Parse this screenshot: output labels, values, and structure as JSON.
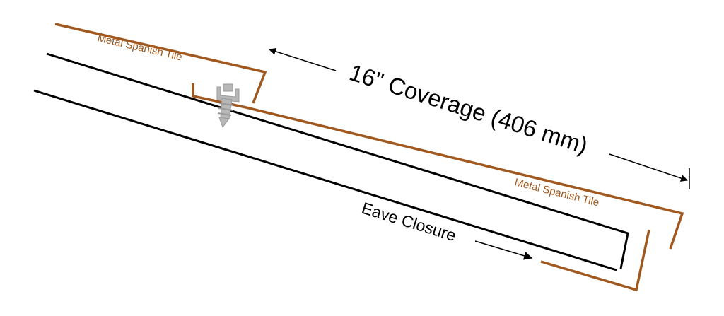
{
  "labels": {
    "tile_upper": "Metal Spanish Tile",
    "tile_lower": "Metal Spanish Tile",
    "coverage": "16\" Coverage (406 mm)",
    "eave_closure": "Eave Closure"
  },
  "colors": {
    "tile": "#A0581E",
    "substrate": "#000000",
    "fastener": "#B8B8B8",
    "arrow": "#000000"
  },
  "icons": {
    "fastener": "screw-fastener-icon"
  }
}
